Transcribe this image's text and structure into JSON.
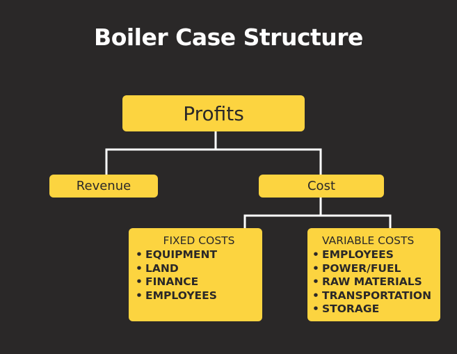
{
  "title": "Boiler Case Structure",
  "nodes": {
    "profits": "Profits",
    "revenue": "Revenue",
    "cost": "Cost"
  },
  "fixed_costs": {
    "heading": "FIXED COSTS",
    "items": [
      "EQUIPMENT",
      "LAND",
      "FINANCE",
      "EMPLOYEES"
    ]
  },
  "variable_costs": {
    "heading": "VARIABLE COSTS",
    "items": [
      "EMPLOYEES",
      "POWER/FUEL",
      "RAW MATERIALS",
      "TRANSPORTATION",
      "STORAGE"
    ]
  },
  "colors": {
    "background": "#2a2828",
    "box": "#fcd440",
    "connector": "#ffffff",
    "title_text": "#ffffff"
  }
}
